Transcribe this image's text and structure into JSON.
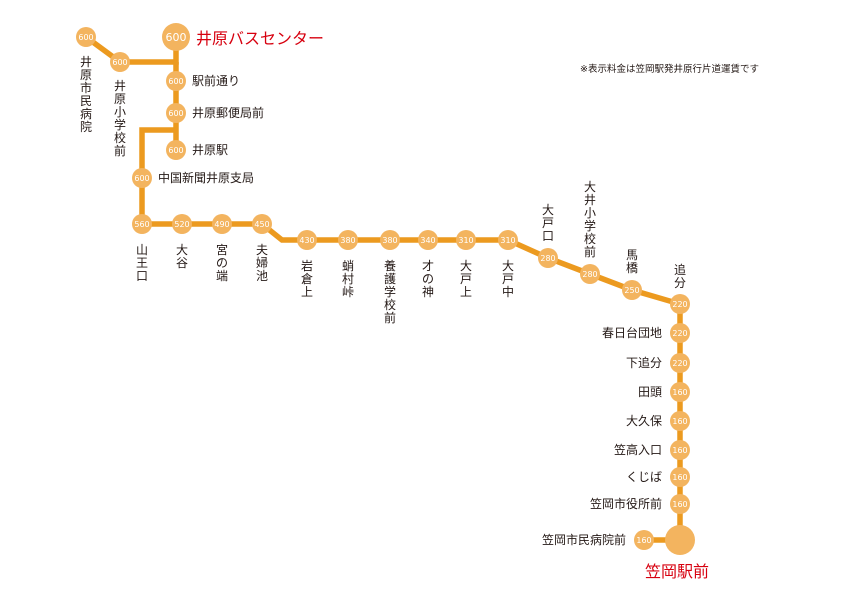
{
  "note": "※表示料金は笠岡駅発井原行片道運賃です",
  "colors": {
    "route": "#ec9a1f",
    "stop": "#f3b45f",
    "terminal": "#d7000f"
  },
  "terminals": {
    "north": {
      "name": "井原バスセンター",
      "fare": "600"
    },
    "south": {
      "name": "笠岡駅前"
    }
  },
  "stops": [
    {
      "id": "ibara_shimin_byoin",
      "name": "井原市民病院",
      "fare": "600"
    },
    {
      "id": "ibara_shogakko",
      "name": "井原小学校前",
      "fare": "600"
    },
    {
      "id": "ekimae_dori",
      "name": "駅前通り",
      "fare": "600"
    },
    {
      "id": "ibara_yubinkyoku",
      "name": "井原郵便局前",
      "fare": "600"
    },
    {
      "id": "ibara_eki",
      "name": "井原駅",
      "fare": "600"
    },
    {
      "id": "chugoku_shinbun",
      "name": "中国新聞井原支局",
      "fare": "600"
    },
    {
      "id": "sannoguchi",
      "name": "山王口",
      "fare": "560"
    },
    {
      "id": "oya",
      "name": "大谷",
      "fare": "520"
    },
    {
      "id": "miyanohata",
      "name": "宮の端",
      "fare": "490"
    },
    {
      "id": "meotoike",
      "name": "夫婦池",
      "fare": "450"
    },
    {
      "id": "iwakuraue",
      "name": "岩倉上",
      "fare": "430"
    },
    {
      "id": "kobutoge",
      "name": "蛸村峠",
      "fare": "380"
    },
    {
      "id": "yogo_gakko",
      "name": "養護学校前",
      "fare": "380"
    },
    {
      "id": "sainokami",
      "name": "才の神",
      "fare": "340"
    },
    {
      "id": "ooto_ue",
      "name": "大戸上",
      "fare": "310"
    },
    {
      "id": "ooto_naka",
      "name": "大戸中",
      "fare": "310"
    },
    {
      "id": "ooto_guchi",
      "name": "大戸口",
      "fare": "280"
    },
    {
      "id": "ooi_shogakko",
      "name": "大井小学校前",
      "fare": "280"
    },
    {
      "id": "umabashi",
      "name": "馬橋",
      "fare": "250"
    },
    {
      "id": "oibun",
      "name": "追分",
      "fare": "220"
    },
    {
      "id": "kasugadai",
      "name": "春日台団地",
      "fare": "220"
    },
    {
      "id": "shimo_oibun",
      "name": "下追分",
      "fare": "220"
    },
    {
      "id": "dentou",
      "name": "田頭",
      "fare": "160"
    },
    {
      "id": "okubo",
      "name": "大久保",
      "fare": "160"
    },
    {
      "id": "kasataka_iriguchi",
      "name": "笠高入口",
      "fare": "160"
    },
    {
      "id": "kujiba",
      "name": "くじば",
      "fare": "160"
    },
    {
      "id": "kasaoka_shiyakusho",
      "name": "笠岡市役所前",
      "fare": "160"
    },
    {
      "id": "kasaoka_shimin_byoin",
      "name": "笠岡市民病院前",
      "fare": "160"
    }
  ]
}
